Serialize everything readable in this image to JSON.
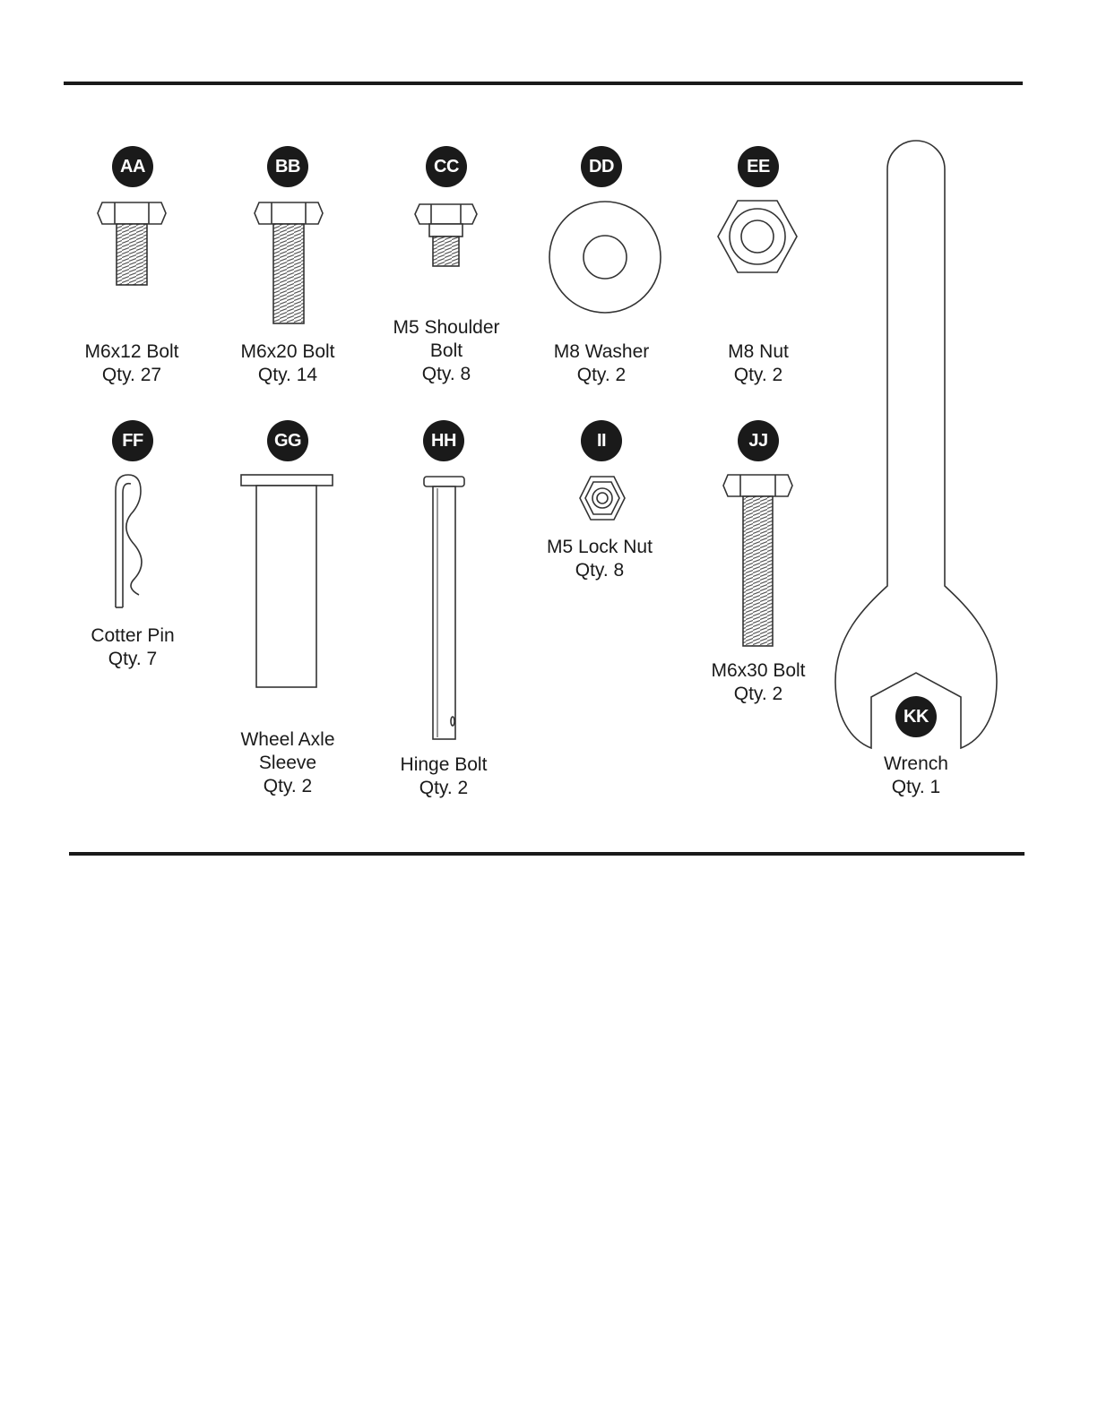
{
  "parts": [
    {
      "id": "aa",
      "letter": "AA",
      "name_lines": [
        "M6x12 Bolt"
      ],
      "qty": "Qty. 27",
      "icon": "hex-bolt-icon"
    },
    {
      "id": "bb",
      "letter": "BB",
      "name_lines": [
        "M6x20 Bolt"
      ],
      "qty": "Qty. 14",
      "icon": "hex-bolt-icon"
    },
    {
      "id": "cc",
      "letter": "CC",
      "name_lines": [
        "M5 Shoulder",
        "Bolt"
      ],
      "qty": "Qty. 8",
      "icon": "shoulder-bolt-icon"
    },
    {
      "id": "dd",
      "letter": "DD",
      "name_lines": [
        "M8 Washer"
      ],
      "qty": "Qty. 2",
      "icon": "washer-icon"
    },
    {
      "id": "ee",
      "letter": "EE",
      "name_lines": [
        "M8 Nut"
      ],
      "qty": "Qty. 2",
      "icon": "hex-nut-icon"
    },
    {
      "id": "ff",
      "letter": "FF",
      "name_lines": [
        "Cotter Pin"
      ],
      "qty": "Qty. 7",
      "icon": "cotter-pin-icon"
    },
    {
      "id": "gg",
      "letter": "GG",
      "name_lines": [
        "Wheel Axle",
        "Sleeve"
      ],
      "qty": "Qty. 2",
      "icon": "axle-sleeve-icon"
    },
    {
      "id": "hh",
      "letter": "HH",
      "name_lines": [
        "Hinge Bolt"
      ],
      "qty": "Qty. 2",
      "icon": "hinge-bolt-icon"
    },
    {
      "id": "ii",
      "letter": "II",
      "name_lines": [
        "M5 Lock Nut"
      ],
      "qty": "Qty. 8",
      "icon": "lock-nut-icon"
    },
    {
      "id": "jj",
      "letter": "JJ",
      "name_lines": [
        "M6x30 Bolt"
      ],
      "qty": "Qty. 2",
      "icon": "hex-bolt-icon"
    },
    {
      "id": "kk",
      "letter": "KK",
      "name_lines": [
        "Wrench"
      ],
      "qty": "Qty. 1",
      "icon": "wrench-icon"
    }
  ]
}
